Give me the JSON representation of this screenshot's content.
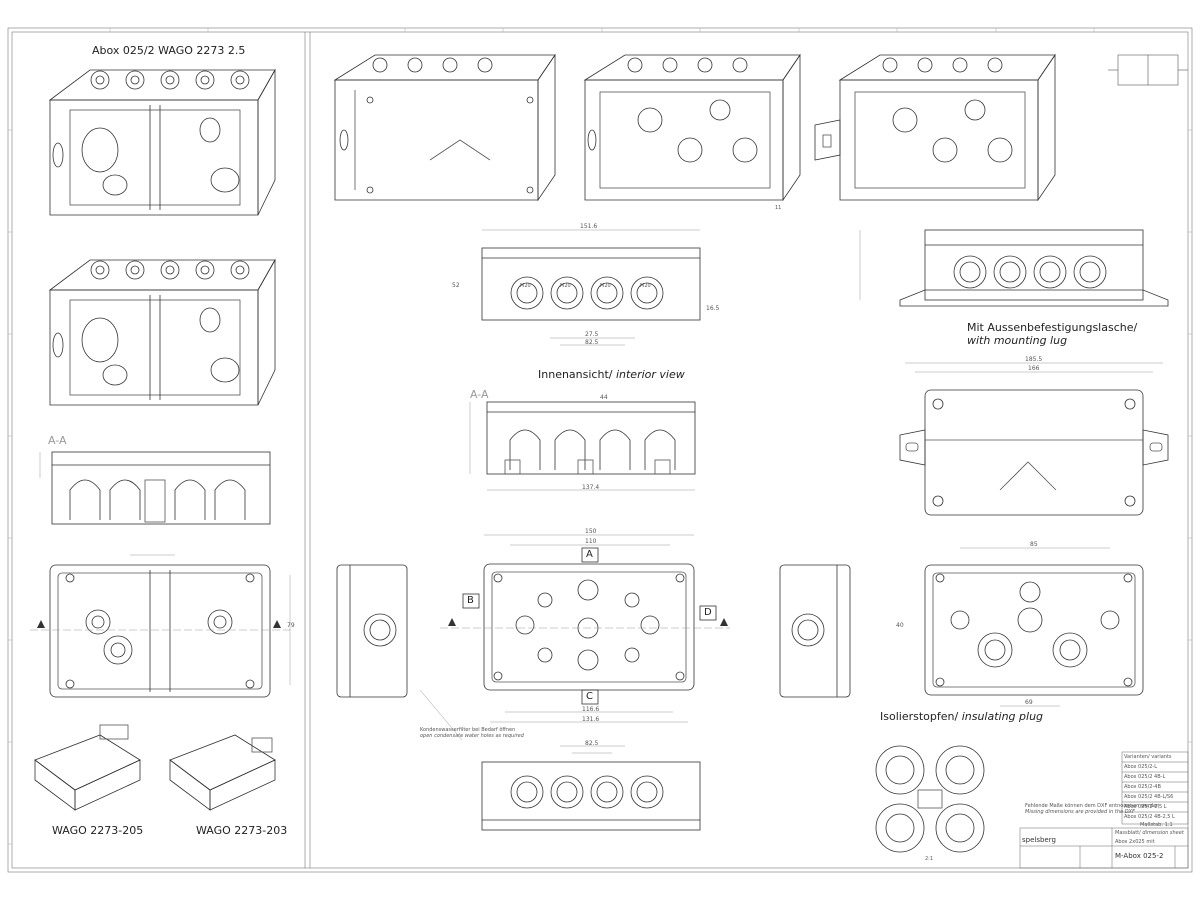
{
  "labels": {
    "title_left": "Abox 025/2 WAGO 2273 2.5",
    "section_aa_left": "A-A",
    "section_aa_mid": "A-A",
    "interior_view_de": "Innenansicht/",
    "interior_view_en": "interior view",
    "mounting_lug_de": "Mit Aussenbefestigungslasche/",
    "mounting_lug_en": "with mounting lug",
    "insulating_plug_de": "Isolierstopfen/",
    "insulating_plug_en": "insulating plug",
    "wago_205": "WAGO 2273-205",
    "wago_203": "WAGO 2273-203",
    "marker_a": "A",
    "marker_b": "B",
    "marker_c": "C",
    "marker_d": "D",
    "gland_label": "M20",
    "page_no_11": "11",
    "scale_21": "2:1"
  },
  "dimensions": {
    "top_width": "151.6",
    "d_27_5": "27.5",
    "d_82_5": "82.5",
    "d_52": "52",
    "d_16_5": "16.5",
    "d_166": "166",
    "d_185_5": "185.5",
    "d_44": "44",
    "d_137_4": "137.4",
    "d_150": "150",
    "d_110": "110",
    "d_116_6": "116.6",
    "d_131_6": "131.6",
    "d_85": "85",
    "d_69": "69",
    "d_40": "40",
    "d_79": "79"
  },
  "notes": {
    "condensate_de": "Kondenswasserfilter bei Bedarf öffnen",
    "condensate_en": "open condensate water holes as required",
    "dxf_de": "Fehlende Maße können dem DXF entnommen werden",
    "dxf_en": "Missing dimensions are provided in the DXF"
  },
  "title_block": {
    "variants_header": "Varianten/ variants",
    "variants": [
      "Abox 025/2-L",
      "Abox 025/2 4B-L",
      "Abox 025/2-4B",
      "Abox 025/2 4B-L/S6",
      "Abox 025/2-2,5 L",
      "Abox 025/2 4B-2,5 L"
    ],
    "sheet_type_de": "Massblatt/",
    "sheet_type_en": "dimension sheet",
    "subtitle": "Abox 2x025 mit",
    "drawing_no": "M-Abox 025-2",
    "scale_label": "Maßstab: 1:1",
    "company": "spelsberg"
  },
  "colors": {
    "line": "#333333",
    "light": "#888888",
    "frame": "#666666"
  }
}
